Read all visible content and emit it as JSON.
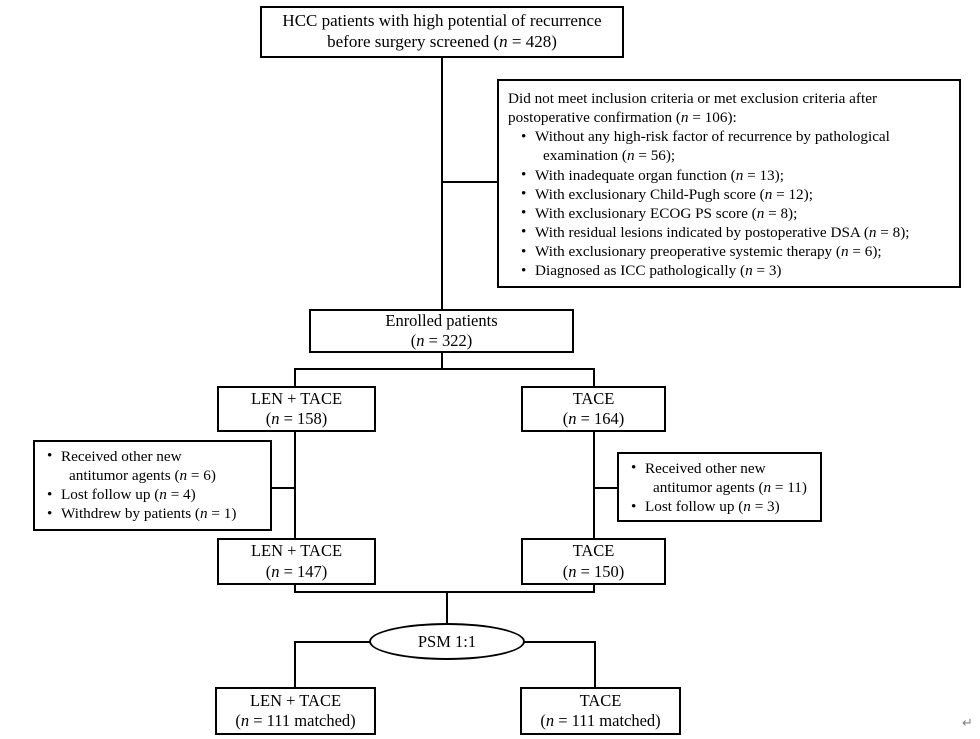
{
  "figure": {
    "type": "flowchart",
    "title": "Patient enrollment and propensity score matching flow diagram"
  },
  "nodes": {
    "screened": {
      "line1": "HCC patients with high potential of recurrence",
      "line2_pre": "before surgery screened (",
      "line2_n": "n",
      "line2_post": " = 428)"
    },
    "excluded": {
      "intro_line1": "Did not meet inclusion criteria or met exclusion criteria after",
      "intro_line2_pre": "postoperative confirmation (",
      "intro_n": "n",
      "intro_line2_post": " = 106):",
      "items": [
        {
          "text": "Without any high-risk factor of recurrence by pathological",
          "cont_pre": "examination (",
          "n": "n",
          "cont_post": " = 56);"
        },
        {
          "text": "With inadequate organ function (",
          "n": "n",
          "post": " = 13);"
        },
        {
          "text": "With exclusionary Child-Pugh score (",
          "n": "n",
          "post": " = 12);"
        },
        {
          "text": "With exclusionary ECOG PS score (",
          "n": "n",
          "post": " = 8);"
        },
        {
          "text": "With residual lesions indicated by postoperative DSA (",
          "n": "n",
          "post": " = 8);"
        },
        {
          "text": "With exclusionary preoperative systemic therapy (",
          "n": "n",
          "post": " = 6);"
        },
        {
          "text": "Diagnosed as ICC pathologically (",
          "n": "n",
          "post": " = 3)"
        }
      ]
    },
    "enrolled": {
      "line1": "Enrolled patients",
      "line2_pre": "(",
      "line2_n": "n",
      "line2_post": " = 322)"
    },
    "len_tace_1": {
      "line1": "LEN + TACE",
      "line2_pre": "(",
      "line2_n": "n",
      "line2_post": " = 158)"
    },
    "tace_1": {
      "line1": "TACE",
      "line2_pre": "(",
      "line2_n": "n",
      "line2_post": " = 164)"
    },
    "dropout_left": {
      "items": [
        {
          "text": "Received other new",
          "cont_pre": "antitumor agents (",
          "n": "n",
          "cont_post": " = 6)"
        },
        {
          "text": "Lost follow up (",
          "n": "n",
          "post": " = 4)"
        },
        {
          "text": "Withdrew by patients (",
          "n": "n",
          "post": " = 1)"
        }
      ]
    },
    "dropout_right": {
      "items": [
        {
          "text": "Received other new",
          "cont_pre": "antitumor agents (",
          "n": "n",
          "cont_post": " = 11)"
        },
        {
          "text": "Lost follow up (",
          "n": "n",
          "post": " = 3)"
        }
      ]
    },
    "len_tace_2": {
      "line1": "LEN + TACE",
      "line2_pre": "(",
      "line2_n": "n",
      "line2_post": " = 147)"
    },
    "tace_2": {
      "line1": "TACE",
      "line2_pre": "(",
      "line2_n": "n",
      "line2_post": " = 150)"
    },
    "psm": {
      "label": "PSM 1:1"
    },
    "len_tace_matched": {
      "line1": "LEN + TACE",
      "line2_pre": "(",
      "line2_n": "n",
      "line2_post": " = 111 matched)"
    },
    "tace_matched": {
      "line1": "TACE",
      "line2_pre": "(",
      "line2_n": "n",
      "line2_post": " = 111 matched)"
    }
  },
  "marks": {
    "return_glyph": "↵"
  },
  "colors": {
    "stroke": "#000000",
    "background": "#ffffff",
    "text": "#000000",
    "mark": "#808080"
  }
}
